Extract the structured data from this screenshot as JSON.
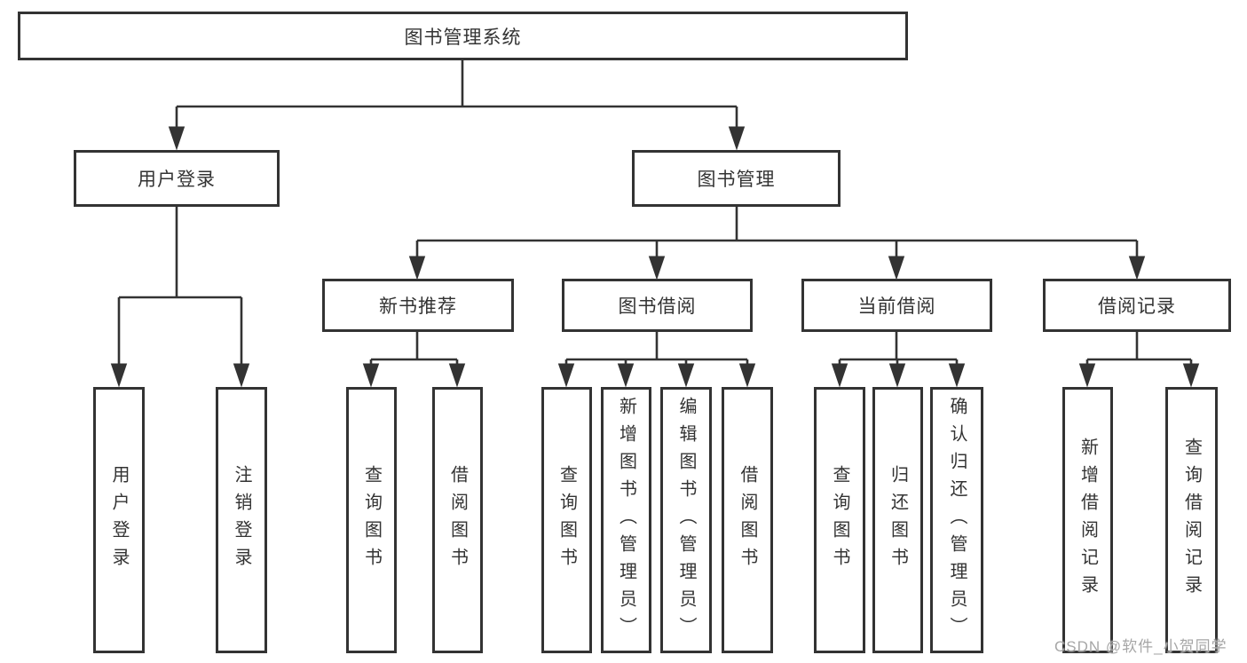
{
  "tree": {
    "root": {
      "label": "图书管理系统",
      "children": [
        {
          "label": "用户登录",
          "children": [
            {
              "label": "用户登录"
            },
            {
              "label": "注销登录"
            }
          ]
        },
        {
          "label": "图书管理",
          "children": [
            {
              "label": "新书推荐",
              "children": [
                {
                  "label": "查询图书"
                },
                {
                  "label": "借阅图书"
                }
              ]
            },
            {
              "label": "图书借阅",
              "children": [
                {
                  "label": "查询图书"
                },
                {
                  "label": "新增图书（管理员）"
                },
                {
                  "label": "编辑图书（管理员）"
                },
                {
                  "label": "借阅图书"
                }
              ]
            },
            {
              "label": "当前借阅",
              "children": [
                {
                  "label": "查询图书"
                },
                {
                  "label": "归还图书"
                },
                {
                  "label": "确认归还（管理员）"
                }
              ]
            },
            {
              "label": "借阅记录",
              "children": [
                {
                  "label": "新增借阅记录"
                },
                {
                  "label": "查询借阅记录"
                }
              ]
            }
          ]
        }
      ]
    }
  },
  "watermark": {
    "text": "CSDN @软件_小贺同学"
  },
  "colors": {
    "line": "#333333",
    "box_border": "#333333",
    "text": "#333333",
    "watermark": "#a6a6a6",
    "background": "#ffffff"
  }
}
